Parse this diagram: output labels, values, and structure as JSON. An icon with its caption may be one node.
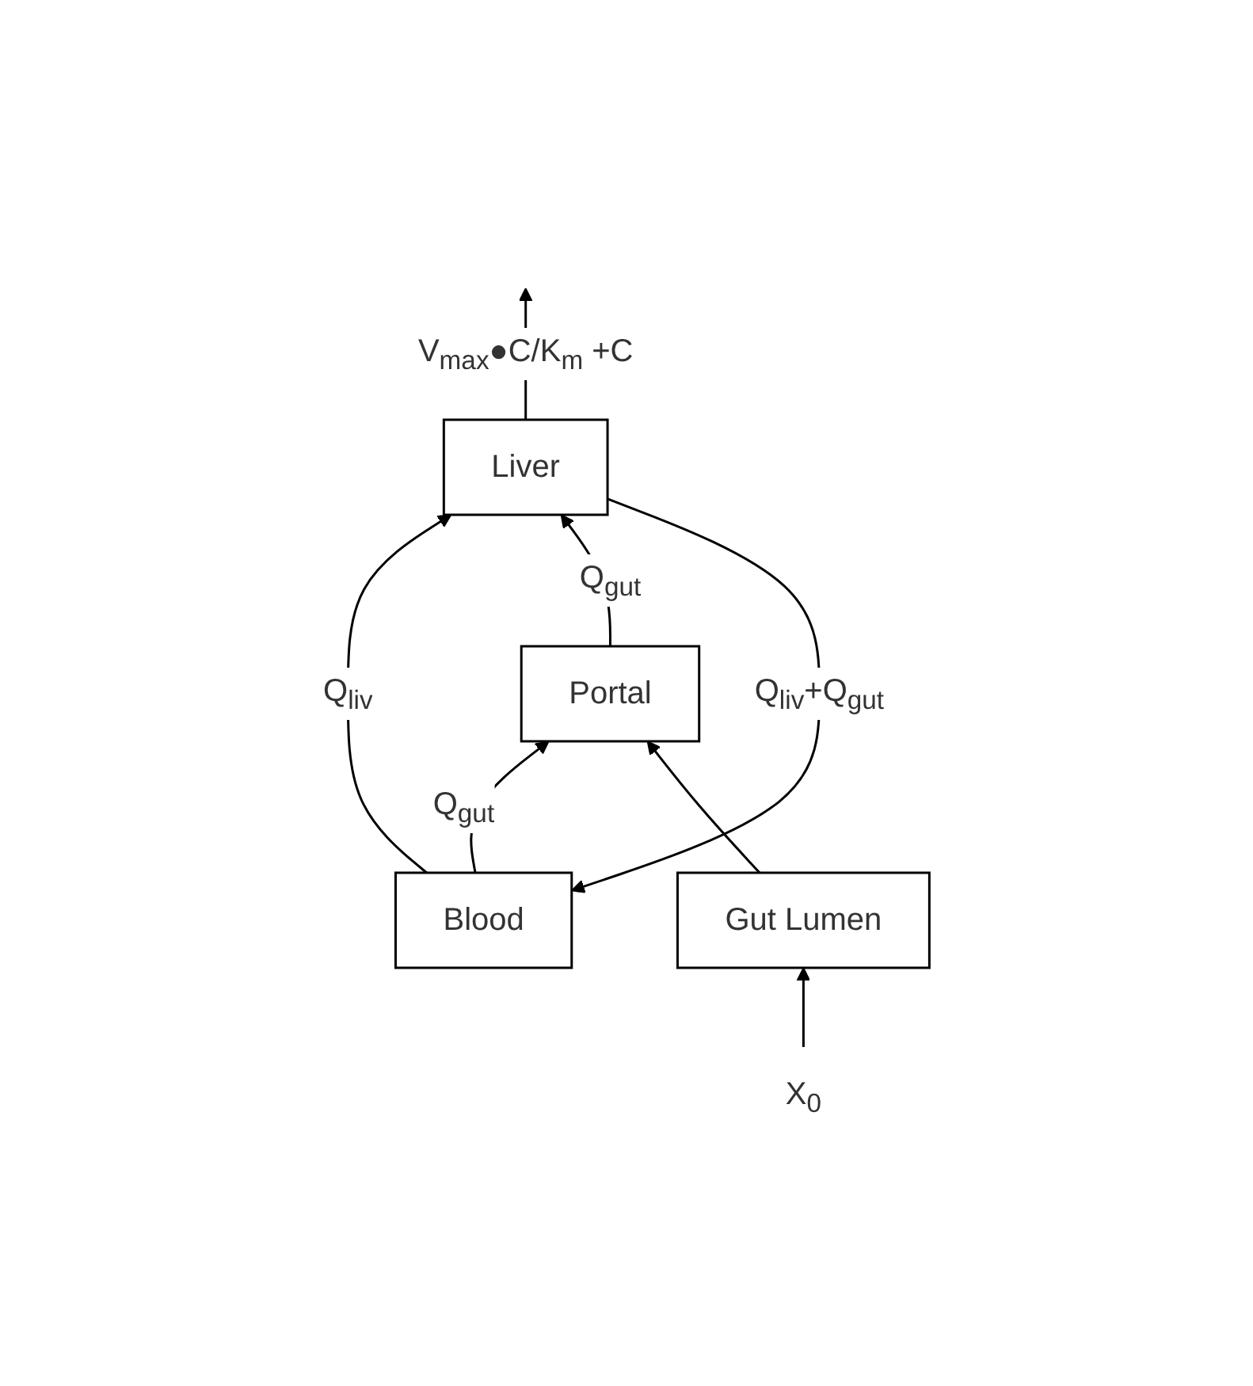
{
  "diagram": {
    "nodes": [
      {
        "text": [
          "Blood"
        ]
      },
      {
        "text": [
          "Liver"
        ]
      },
      {
        "text": [
          "Portal"
        ]
      },
      {
        "text": [
          "Gut Lumen"
        ]
      },
      {
        "text": [
          "X$_{0}$"
        ]
      }
    ],
    "edges": [
      {
        "from": 1,
        "to": 0,
        "arrow": "to",
        "label": "Q$_{liv}$+Q$_{gut}$"
      },
      {
        "from": 0,
        "to": 1,
        "arrow": "to",
        "label": "Q$_{liv}$"
      },
      {
        "from": 0,
        "to": 2,
        "arrow": "to",
        "label": "Q$_{gut}$"
      },
      {
        "from": 2,
        "to": 1,
        "arrow": "to",
        "label": "Q$_{gut}$"
      },
      {
        "from": 3,
        "to": 2,
        "arrow": "to"
      },
      {
        "from": 4,
        "to": 3,
        "arrow": "to"
      },
      {
        "from": 1,
        "to": null,
        "arrow": "to",
        "label": "V$_{max}$●C/K$_{m}$ +C"
      }
    ]
  }
}
